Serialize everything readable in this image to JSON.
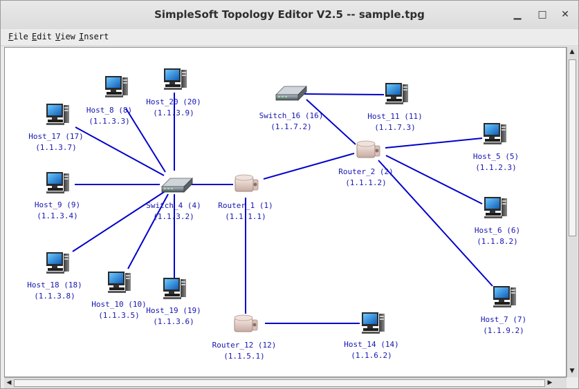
{
  "window": {
    "title": "SimpleSoft Topology Editor V2.5 -- sample.tpg",
    "controls": {
      "minimize": "▁",
      "maximize": "□",
      "close": "✕"
    }
  },
  "menu": {
    "file": {
      "u": "F",
      "rest": "ile"
    },
    "edit": {
      "u": "E",
      "rest": "dit"
    },
    "view": {
      "u": "V",
      "rest": "iew"
    },
    "insert": {
      "u": "I",
      "rest": "nsert"
    }
  },
  "scrollbars": {
    "up": "▲",
    "down": "▼",
    "left": "◀",
    "right": "▶"
  },
  "colors": {
    "link": "#0000cc",
    "label": "#1515b0"
  },
  "topology": {
    "nodes": [
      {
        "id": "host_8",
        "type": "host",
        "name": "Host_8 (8)",
        "ip": "1.1.3.3"
      },
      {
        "id": "host_20",
        "type": "host",
        "name": "Host_20 (20)",
        "ip": "1.1.3.9"
      },
      {
        "id": "host_17",
        "type": "host",
        "name": "Host_17 (17)",
        "ip": "1.1.3.7"
      },
      {
        "id": "host_9",
        "type": "host",
        "name": "Host_9 (9)",
        "ip": "1.1.3.4"
      },
      {
        "id": "host_18",
        "type": "host",
        "name": "Host_18 (18)",
        "ip": "1.1.3.8"
      },
      {
        "id": "host_10",
        "type": "host",
        "name": "Host_10 (10)",
        "ip": "1.1.3.5"
      },
      {
        "id": "host_19",
        "type": "host",
        "name": "Host_19 (19)",
        "ip": "1.1.3.6"
      },
      {
        "id": "switch_4",
        "type": "switch",
        "name": "Switch_4 (4)",
        "ip": "1.1.3.2"
      },
      {
        "id": "router_1",
        "type": "router",
        "name": "Router_1 (1)",
        "ip": "1.1.1.1"
      },
      {
        "id": "switch_16",
        "type": "switch",
        "name": "Switch_16 (16)",
        "ip": "1.1.7.2"
      },
      {
        "id": "host_11",
        "type": "host",
        "name": "Host_11 (11)",
        "ip": "1.1.7.3"
      },
      {
        "id": "router_2",
        "type": "router",
        "name": "Router_2 (2)",
        "ip": "1.1.1.2"
      },
      {
        "id": "host_5",
        "type": "host",
        "name": "Host_5 (5)",
        "ip": "1.1.2.3"
      },
      {
        "id": "host_6",
        "type": "host",
        "name": "Host_6 (6)",
        "ip": "1.1.8.2"
      },
      {
        "id": "host_7",
        "type": "host",
        "name": "Host_7 (7)",
        "ip": "1.1.9.2"
      },
      {
        "id": "router_12",
        "type": "router",
        "name": "Router_12 (12)",
        "ip": "1.1.5.1"
      },
      {
        "id": "host_14",
        "type": "host",
        "name": "Host_14 (14)",
        "ip": "1.1.6.2"
      }
    ]
  }
}
